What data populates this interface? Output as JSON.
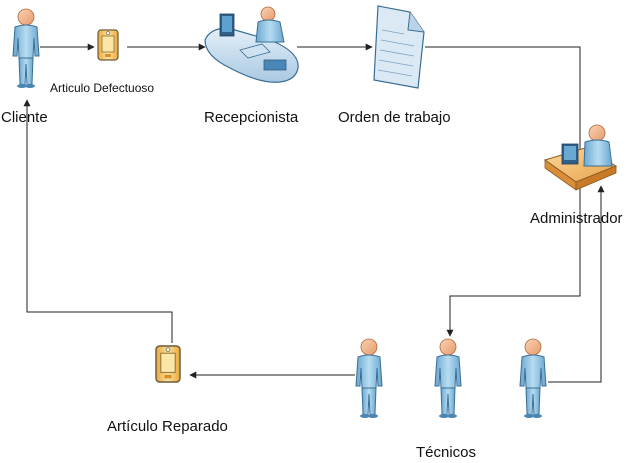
{
  "labels": {
    "cliente": "Cliente",
    "articulo_defectuoso": "Articulo Defectuoso",
    "recepcionista": "Recepcionista",
    "orden_de_trabajo": "Orden de trabajo",
    "administrador": "Administrador",
    "tecnicos": "Técnicos",
    "articulo_reparado": "Artículo Reparado"
  },
  "colors": {
    "person_body": "#8fc3e3",
    "person_outline": "#3a6f95",
    "person_head": "#f3b48c",
    "device_body": "#f6c96b",
    "desk_top": "#f5c27a",
    "document": "#d6e6f4",
    "arrow": "#222222"
  },
  "icons": [
    "person-icon",
    "device-icon",
    "reception-desk-icon",
    "document-icon",
    "admin-desk-icon"
  ]
}
